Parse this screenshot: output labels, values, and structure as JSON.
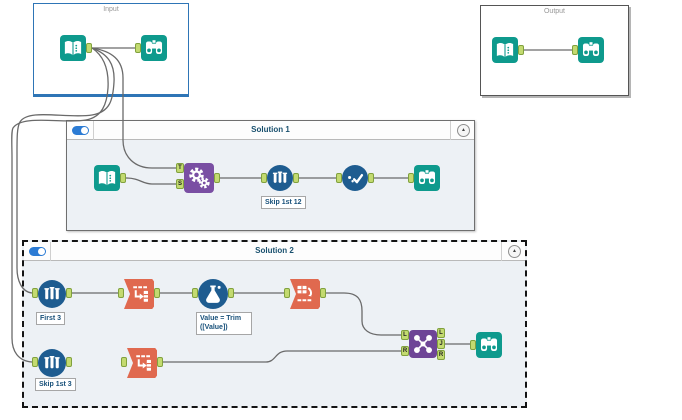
{
  "containers": {
    "input": {
      "label": "Input"
    },
    "output": {
      "label": "Output"
    },
    "solution1": {
      "title": "Solution 1"
    },
    "solution2": {
      "title": "Solution 2"
    }
  },
  "annotations": {
    "skip12": "Skip 1st 12",
    "first3": "First 3",
    "trim": "Value = Trim ([Value])",
    "skip3": "Skip 1st 3"
  },
  "anchor_labels": {
    "t": "T",
    "s": "S",
    "l": "L",
    "r": "R",
    "j": "J"
  },
  "colors": {
    "teal": "#0e9a8d",
    "tool_blue": "#1e5c90",
    "macro_purple": "#7a4fa3",
    "join_purple": "#6e4596",
    "parse_orange": "#e0694f",
    "anchor_green": "#c3da70",
    "wire_gray": "#6a6a6a",
    "input_container_border": "#2e75b6",
    "solution_background": "#edf1f5",
    "toggle_on_blue": "#2b7bd4",
    "title_text": "#19506e"
  }
}
